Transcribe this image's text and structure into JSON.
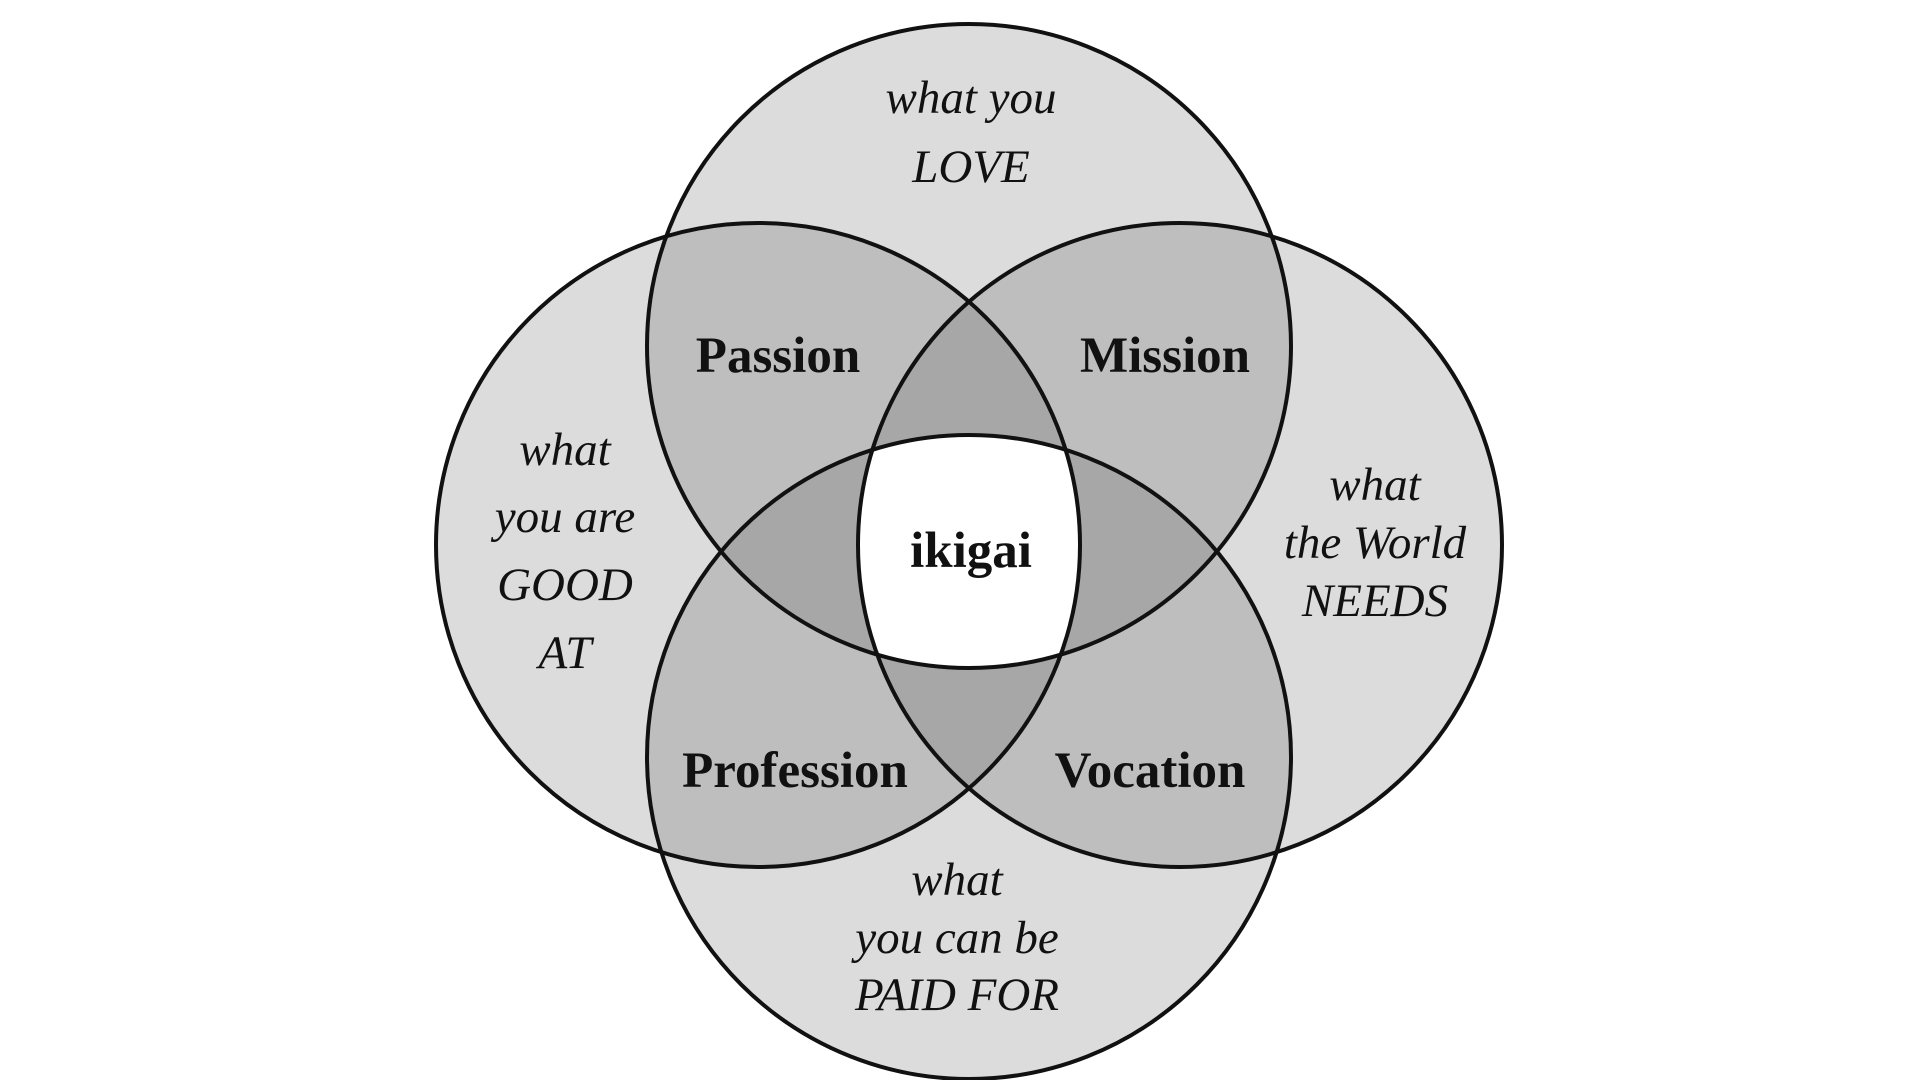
{
  "colors": {
    "background": "#ffffff",
    "outline": "#111111",
    "single_region": "#dcdcdc",
    "double_overlap": "#bebebe",
    "triple_overlap": "#a7a7a7",
    "center": "#ffffff"
  },
  "circles": {
    "top": {
      "line1": "what you",
      "line2": "LOVE"
    },
    "left": {
      "line1": "what",
      "line2": "you are",
      "line3": "GOOD",
      "line4": "AT"
    },
    "right": {
      "line1": "what",
      "line2": "the World",
      "line3": "NEEDS"
    },
    "bottom": {
      "line1": "what",
      "line2": "you can be",
      "line3": "PAID FOR"
    }
  },
  "overlaps": {
    "top_left": "Passion",
    "top_right": "Mission",
    "bottom_left": "Profession",
    "bottom_right": "Vocation",
    "center": "ikigai"
  }
}
